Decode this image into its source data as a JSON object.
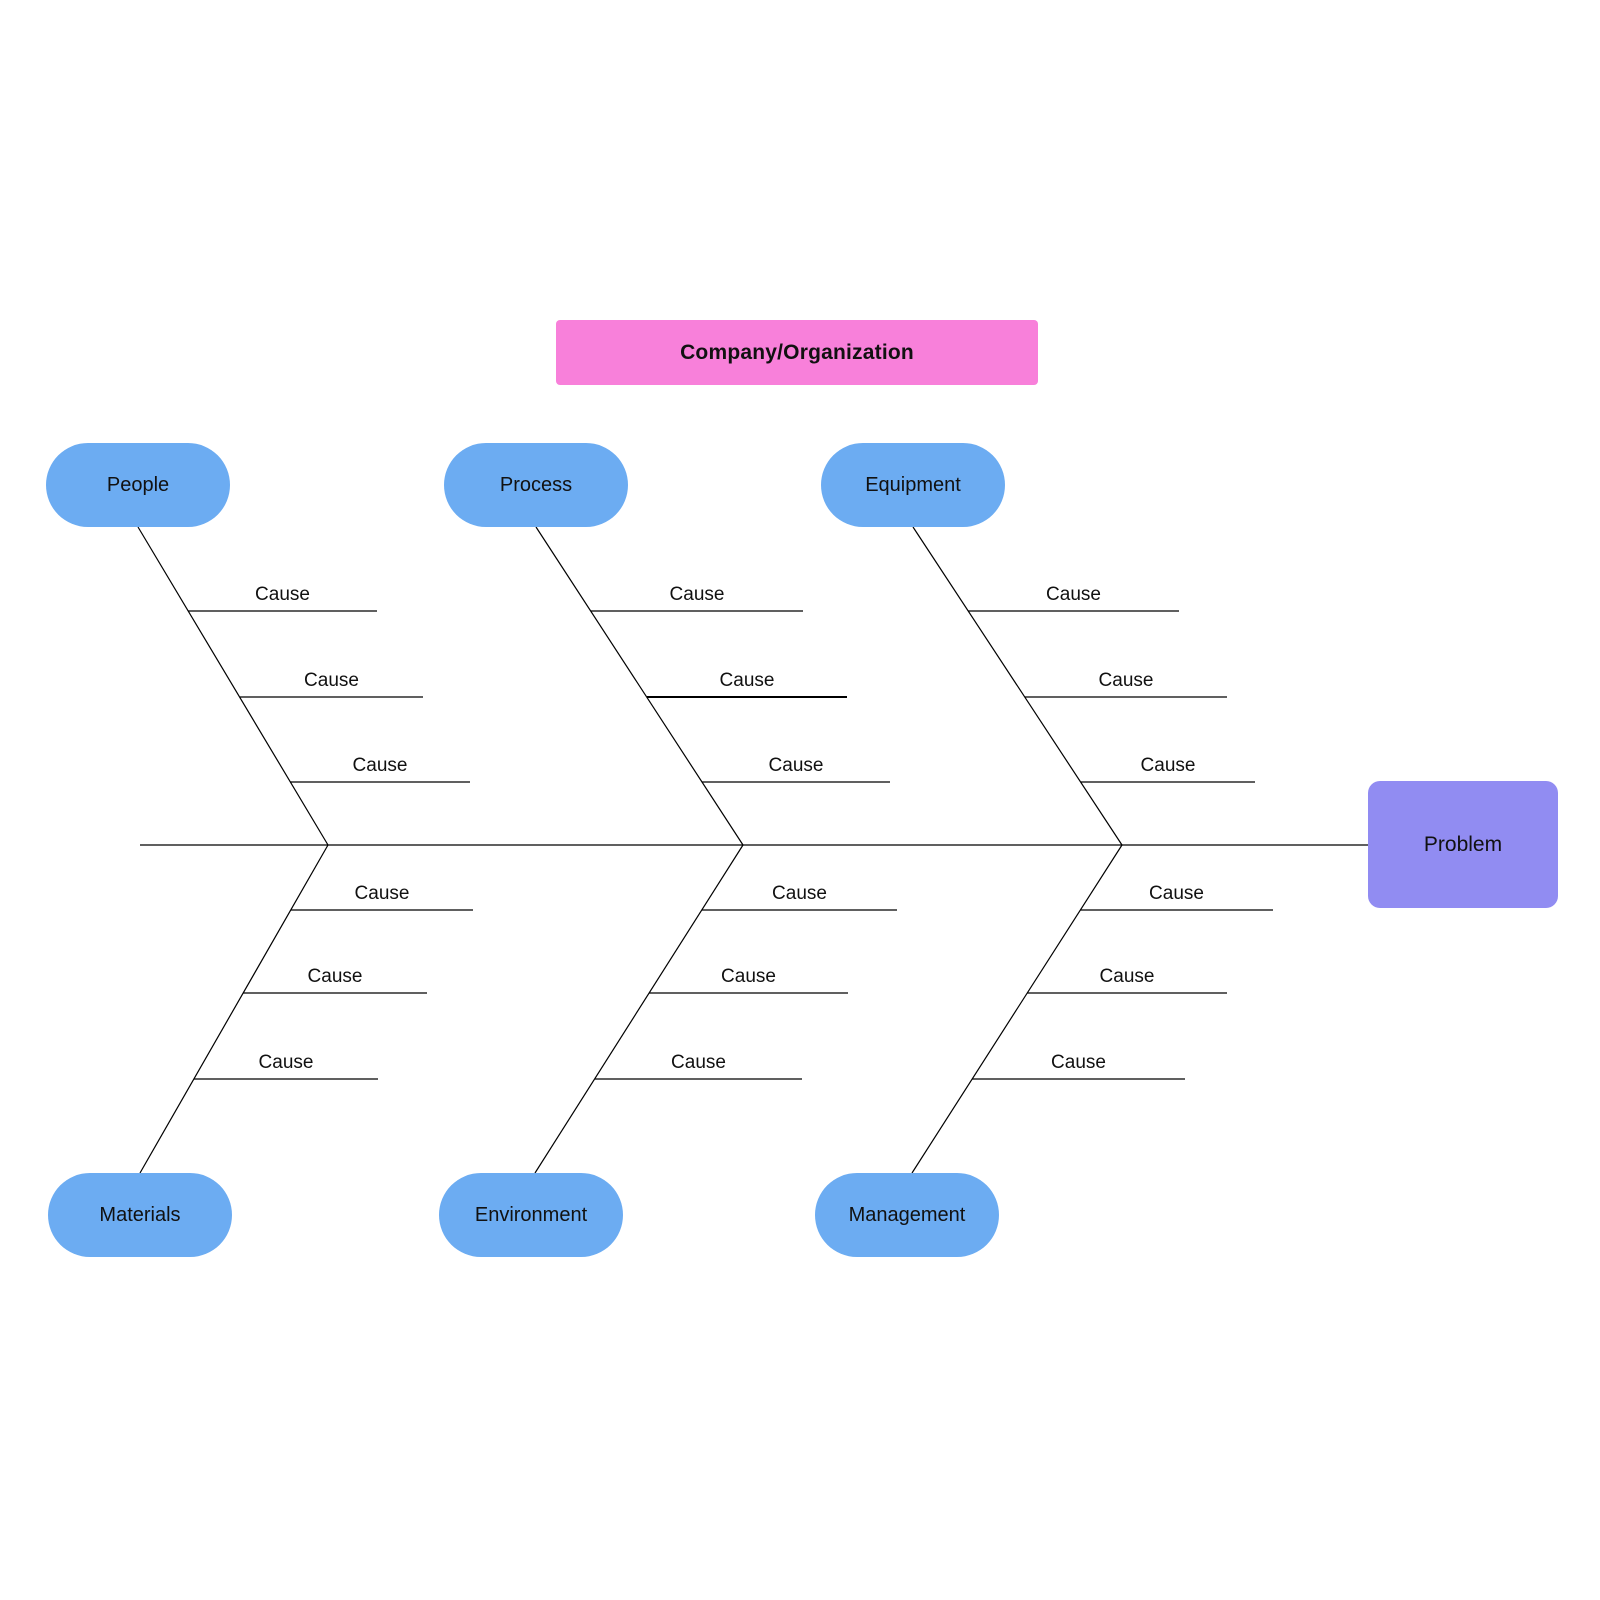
{
  "diagram": {
    "type": "fishbone-ishikawa",
    "title": "Company/Organization",
    "problem_label": "Problem",
    "colors": {
      "category_fill": "#6CACF2",
      "title_fill": "#F880DA",
      "problem_fill": "#918CF2",
      "line": "#000000",
      "text": "#111111",
      "background": "#ffffff"
    },
    "branches": [
      {
        "label": "People",
        "position": "top",
        "causes": [
          "Cause",
          "Cause",
          "Cause"
        ]
      },
      {
        "label": "Process",
        "position": "top",
        "causes": [
          "Cause",
          "Cause",
          "Cause"
        ]
      },
      {
        "label": "Equipment",
        "position": "top",
        "causes": [
          "Cause",
          "Cause",
          "Cause"
        ]
      },
      {
        "label": "Materials",
        "position": "bottom",
        "causes": [
          "Cause",
          "Cause",
          "Cause"
        ]
      },
      {
        "label": "Environment",
        "position": "bottom",
        "causes": [
          "Cause",
          "Cause",
          "Cause"
        ]
      },
      {
        "label": "Management",
        "position": "bottom",
        "causes": [
          "Cause",
          "Cause",
          "Cause"
        ]
      }
    ]
  }
}
